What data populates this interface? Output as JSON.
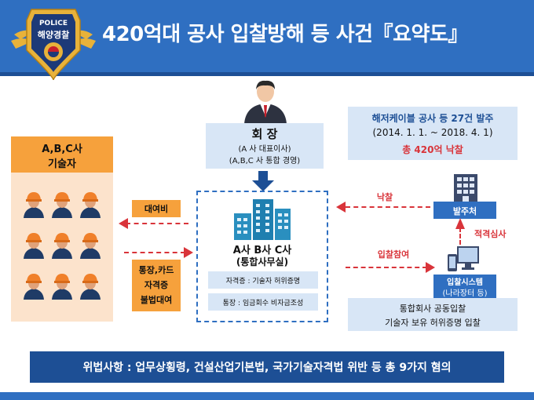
{
  "header": {
    "title": "420억대 공사 입찰방해 등 사건『요약도』",
    "badge_top": "POLICE",
    "badge_main": "해양경찰"
  },
  "chairman": {
    "title": "회   장",
    "line1": "(A 사 대표이사)",
    "line2": "(A,B,C 사 통합 경영)"
  },
  "summary": {
    "line1": "해저케이블 공사 등 27건 발주",
    "line2": "(2014. 1. 1. ~ 2018. 4. 1)",
    "line3": "총 420억 낙찰"
  },
  "workers": {
    "title_line1": "A,B,C사",
    "title_line2": "기술자"
  },
  "company": {
    "name_line1": "A사 B사 C사",
    "name_line2": "(통합사무실)",
    "note1": "자격증 : 기술자 허위증명",
    "note2": "통장 : 임금회수 비자금조성"
  },
  "left_arrows": {
    "top_label": "대여비",
    "bottom_line1": "통장,카드",
    "bottom_line2": "자격증",
    "bottom_line3": "불법대여"
  },
  "right": {
    "award_label": "낙찰",
    "orderer_label": "발주처",
    "inspect_label": "적격심사",
    "bid_label": "입찰참여",
    "system_line1": "입찰시스템",
    "system_line2": "(나라장터 등)",
    "joint_line1": "통합회사 공동입찰",
    "joint_line2": "기술자 보유 허위증명 입찰"
  },
  "violation": "위법사항 : 업무상횡령, 건설산업기본법, 국가기술자격법 위반 등 총 9가지 혐의",
  "colors": {
    "header": "#2f6fc1",
    "accent_orange": "#f6a13c",
    "light_blue": "#d8e6f6",
    "navy": "#1d4f95",
    "red": "#d9343a"
  }
}
